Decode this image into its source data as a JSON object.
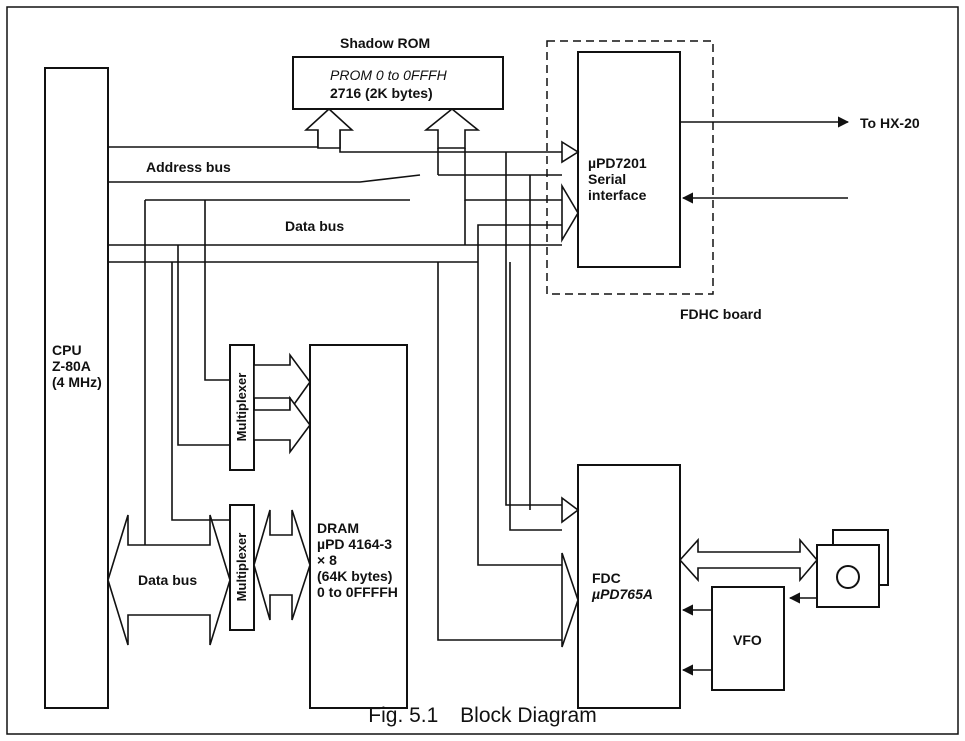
{
  "figure": {
    "caption_number": "Fig. 5.1",
    "caption_title": "Block Diagram"
  },
  "blocks": {
    "shadow_rom_title": "Shadow ROM",
    "prom_line1": "PROM 0 to 0FFFH",
    "prom_line2": "2716 (2K bytes)",
    "cpu_line1": "CPU",
    "cpu_line2": "Z-80A",
    "cpu_line3": "(4 MHz)",
    "serial_line1": "µPD7201",
    "serial_line2": "Serial",
    "serial_line3": "interface",
    "fdhc_label": "FDHC board",
    "to_hx20": "To HX-20",
    "multiplexer_label": "Multiplexer",
    "dram_line1": "DRAM",
    "dram_line2": "µPD 4164-3",
    "dram_line3": "× 8",
    "dram_line4": "(64K bytes)",
    "dram_line5": "0 to 0FFFFH",
    "fdc_line1": "FDC",
    "fdc_line2": "µPD765A",
    "vfo_label": "VFO"
  },
  "buses": {
    "address_bus": "Address bus",
    "data_bus_top": "Data bus",
    "data_bus_left": "Data bus"
  }
}
